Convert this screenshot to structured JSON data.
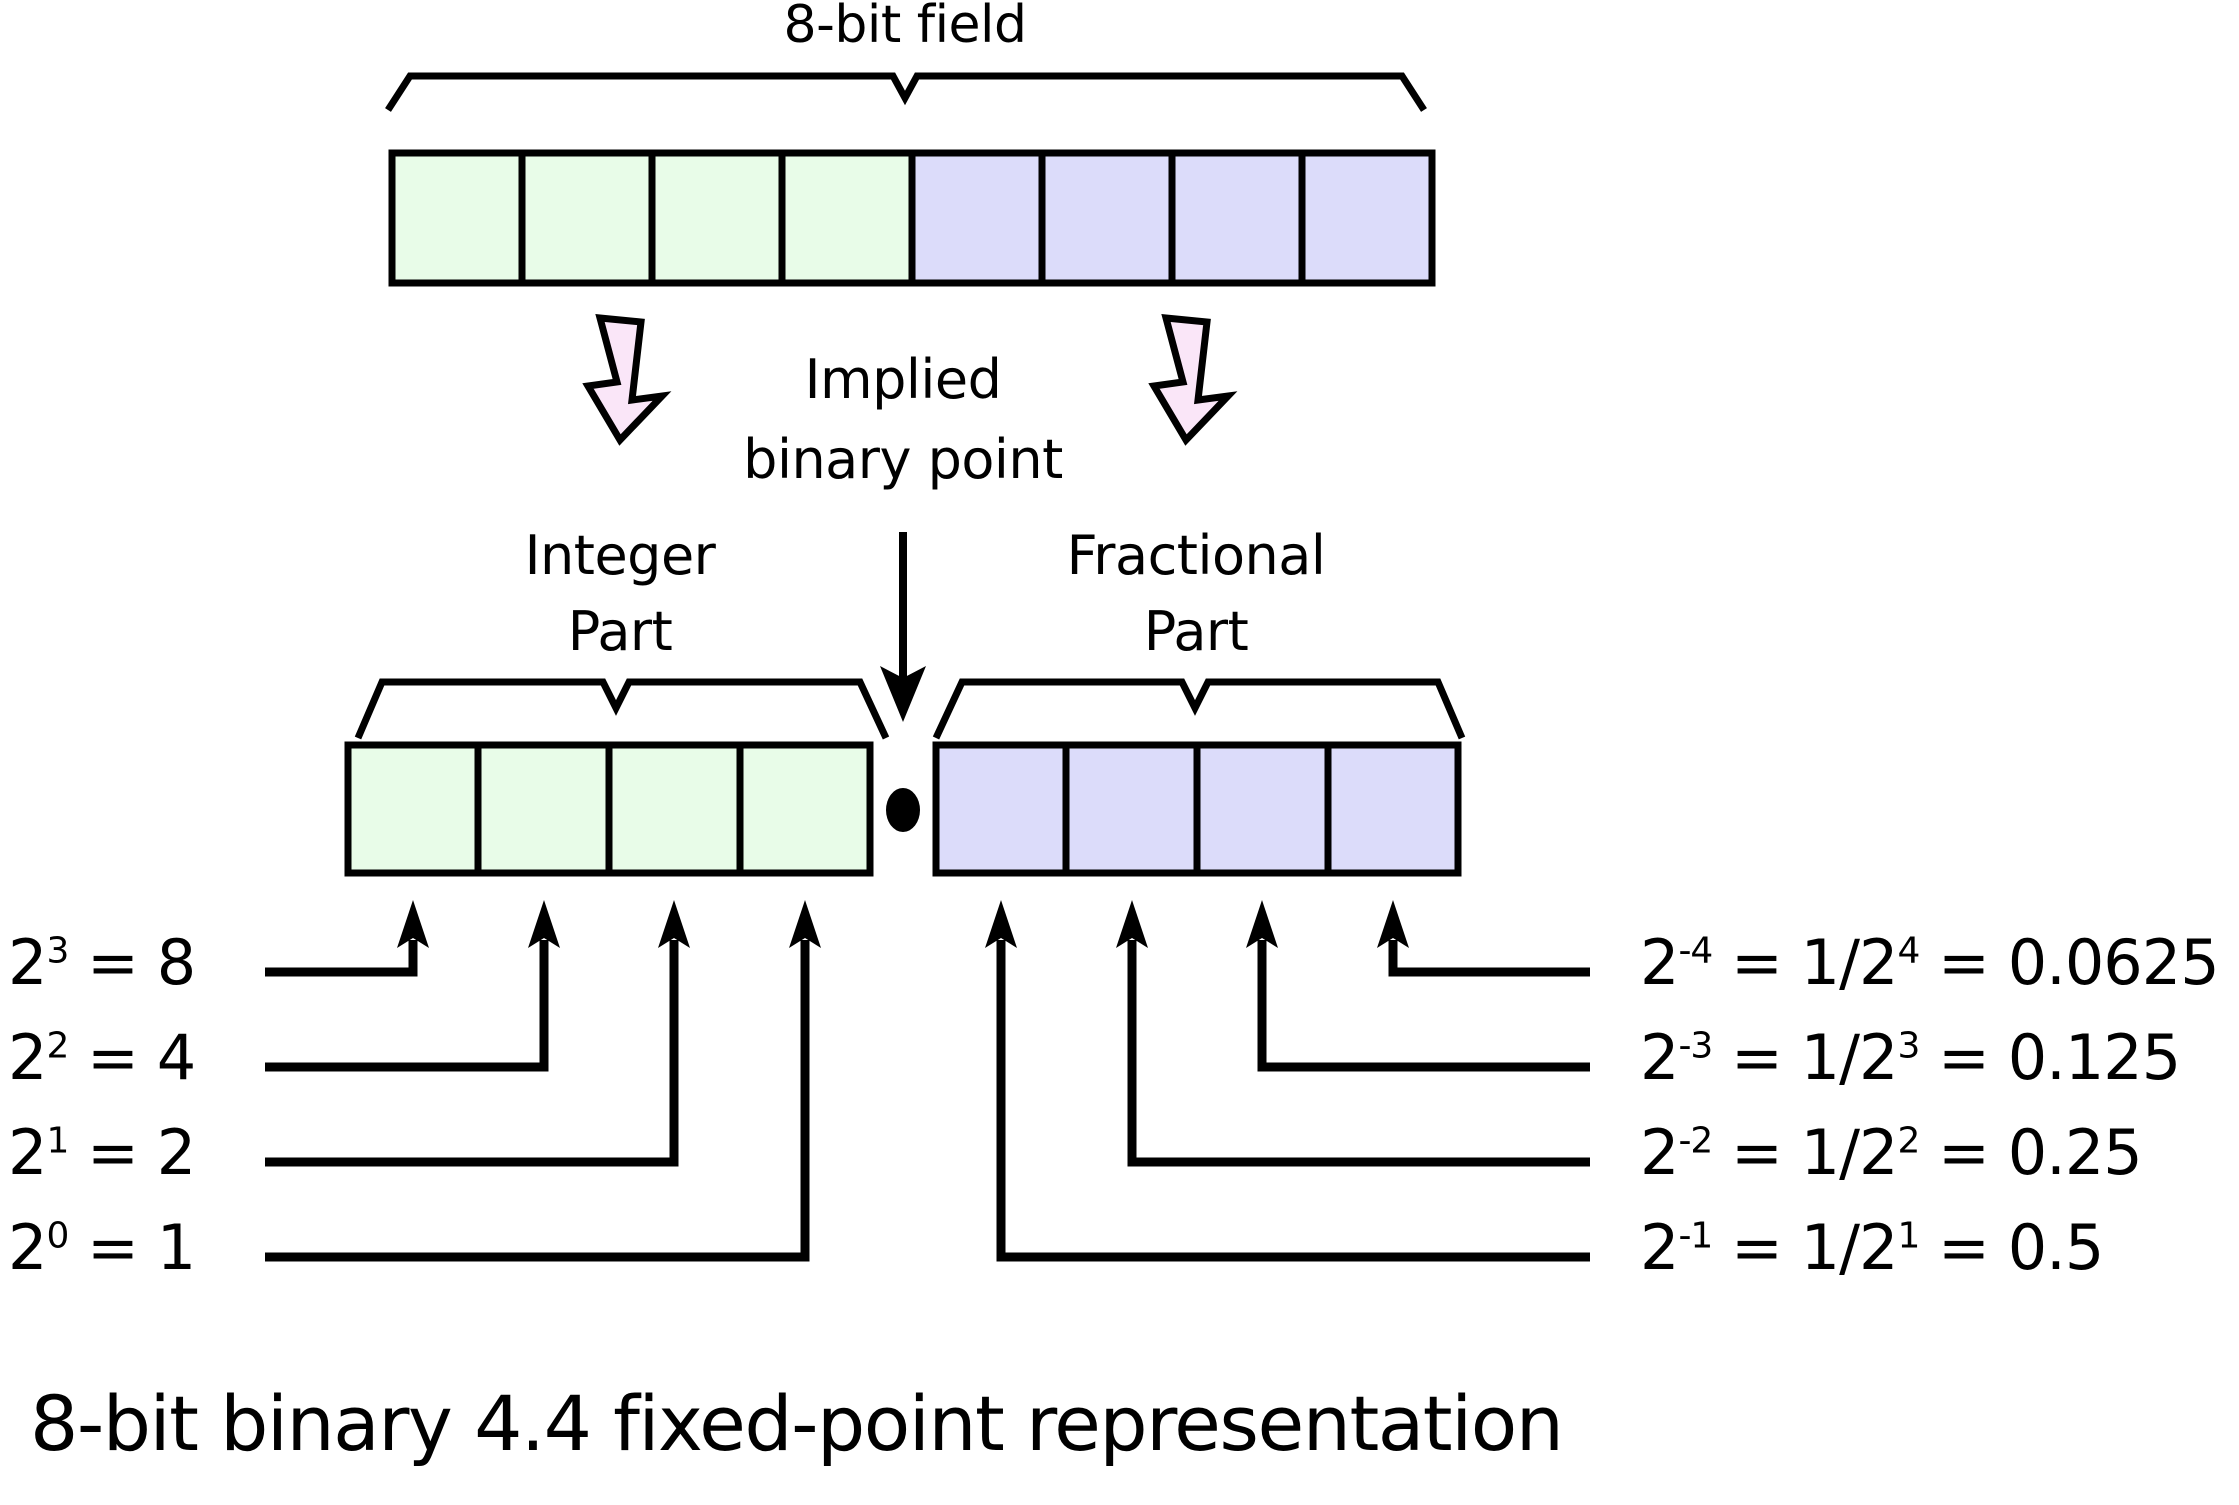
{
  "diagram": {
    "title": "8-bit field",
    "implied_point_label_line1": "Implied",
    "implied_point_label_line2": "binary point",
    "integer_label_line1": "Integer",
    "integer_label_line2": "Part",
    "fractional_label_line1": "Fractional",
    "fractional_label_line2": "Part",
    "caption": "8-bit binary 4.4 fixed-point representation",
    "binary_point_symbol": "•"
  },
  "top_field": {
    "bit_count": 8,
    "integer_bits": 4,
    "fractional_bits": 4
  },
  "integer_weights": [
    {
      "expr": "2",
      "exp": "3",
      "eq": " = 8",
      "value": 8
    },
    {
      "expr": "2",
      "exp": "2",
      "eq": " = 4",
      "value": 4
    },
    {
      "expr": "2",
      "exp": "1",
      "eq": " = 2",
      "value": 2
    },
    {
      "expr": "2",
      "exp": "0",
      "eq": " = 1",
      "value": 1
    }
  ],
  "fraction_weights": [
    {
      "expr": "2",
      "exp": "-4",
      "mid": " = 1/2",
      "mid_exp": "4",
      "eq": " = 0.0625",
      "value": 0.0625
    },
    {
      "expr": "2",
      "exp": "-3",
      "mid": " = 1/2",
      "mid_exp": "3",
      "eq": " = 0.125",
      "value": 0.125
    },
    {
      "expr": "2",
      "exp": "-2",
      "mid": " = 1/2",
      "mid_exp": "2",
      "eq": " = 0.25",
      "value": 0.25
    },
    {
      "expr": "2",
      "exp": "-1",
      "mid": " = 1/2",
      "mid_exp": "1",
      "eq": " = 0.5",
      "value": 0.5
    }
  ],
  "colors": {
    "integer_cell": "#e8fce8",
    "fraction_cell": "#dcdcfa",
    "arrow_fill": "#fae6f8",
    "stroke": "#000000",
    "background": "#ffffff"
  }
}
